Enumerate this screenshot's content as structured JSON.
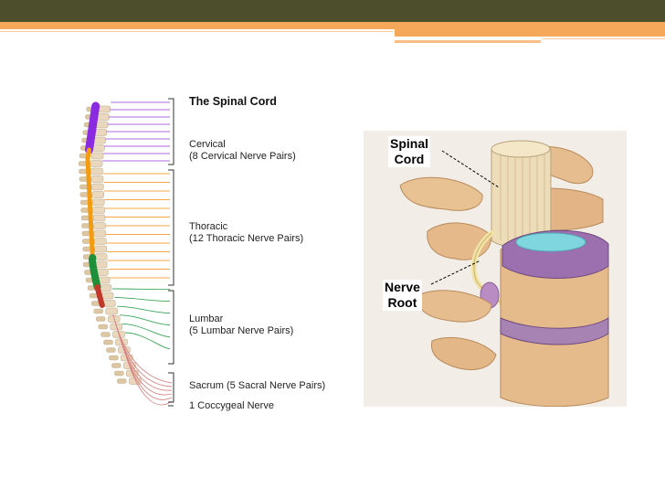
{
  "left_diagram": {
    "title": "The Spinal Cord",
    "cervical": {
      "name": "Cervical",
      "detail": "(8 Cervical Nerve Pairs)"
    },
    "thoracic": {
      "name": "Thoracic",
      "detail": "(12 Thoracic Nerve Pairs)"
    },
    "lumbar": {
      "name": "Lumbar",
      "detail": "(5 Lumbar Nerve Pairs)"
    },
    "sacrum": "Sacrum (5 Sacral Nerve Pairs)",
    "coccygeal": "1 Coccygeal Nerve",
    "colors": {
      "cervical": "#8a2be2",
      "thoracic": "#f39c12",
      "lumbar": "#1f8f3a",
      "sacral": "#c0392b",
      "cervical_nerves": "#a86be0",
      "thoracic_nerves": "#f5a64a",
      "lumbar_nerves": "#3aa65a",
      "sacral_nerves": "#d98080",
      "vertebra": "#e9d8bd"
    }
  },
  "right_diagram": {
    "spinal_cord_label": "Spinal\nCord",
    "nerve_root_label": "Nerve\nRoot",
    "colors": {
      "bone": "#e3b98c",
      "disc": "#9c6fae",
      "nucleus": "#7fd6de",
      "nerve": "#f2e3a6"
    }
  }
}
